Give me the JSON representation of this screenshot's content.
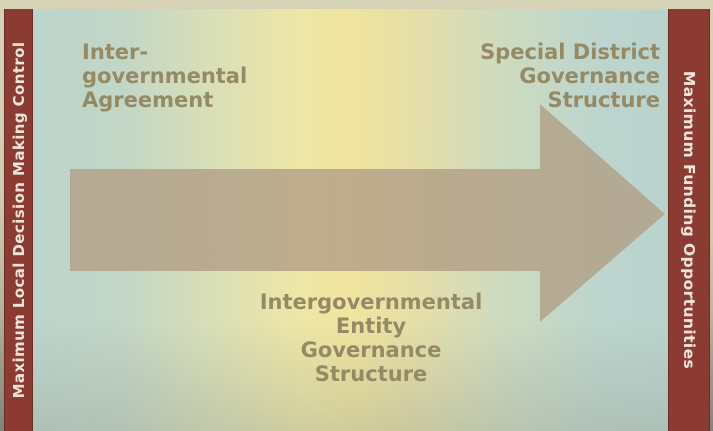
{
  "left_bar": {
    "label": "Maximum Local Decision Making Control"
  },
  "right_bar": {
    "label": "Maximum Funding Opportunities"
  },
  "options": {
    "top_left": {
      "lines": [
        "Inter-",
        "governmental",
        "Agreement"
      ]
    },
    "top_right": {
      "lines": [
        "Special District",
        "Governance",
        "Structure"
      ]
    },
    "bottom_center": {
      "lines": [
        "Intergovernmental",
        "Entity",
        "Governance",
        "Structure"
      ]
    }
  },
  "colors": {
    "bar": "#8b3b31",
    "bar_text": "#f1e6dc",
    "arrow": "#b2a088",
    "option_text": "#958a66"
  }
}
